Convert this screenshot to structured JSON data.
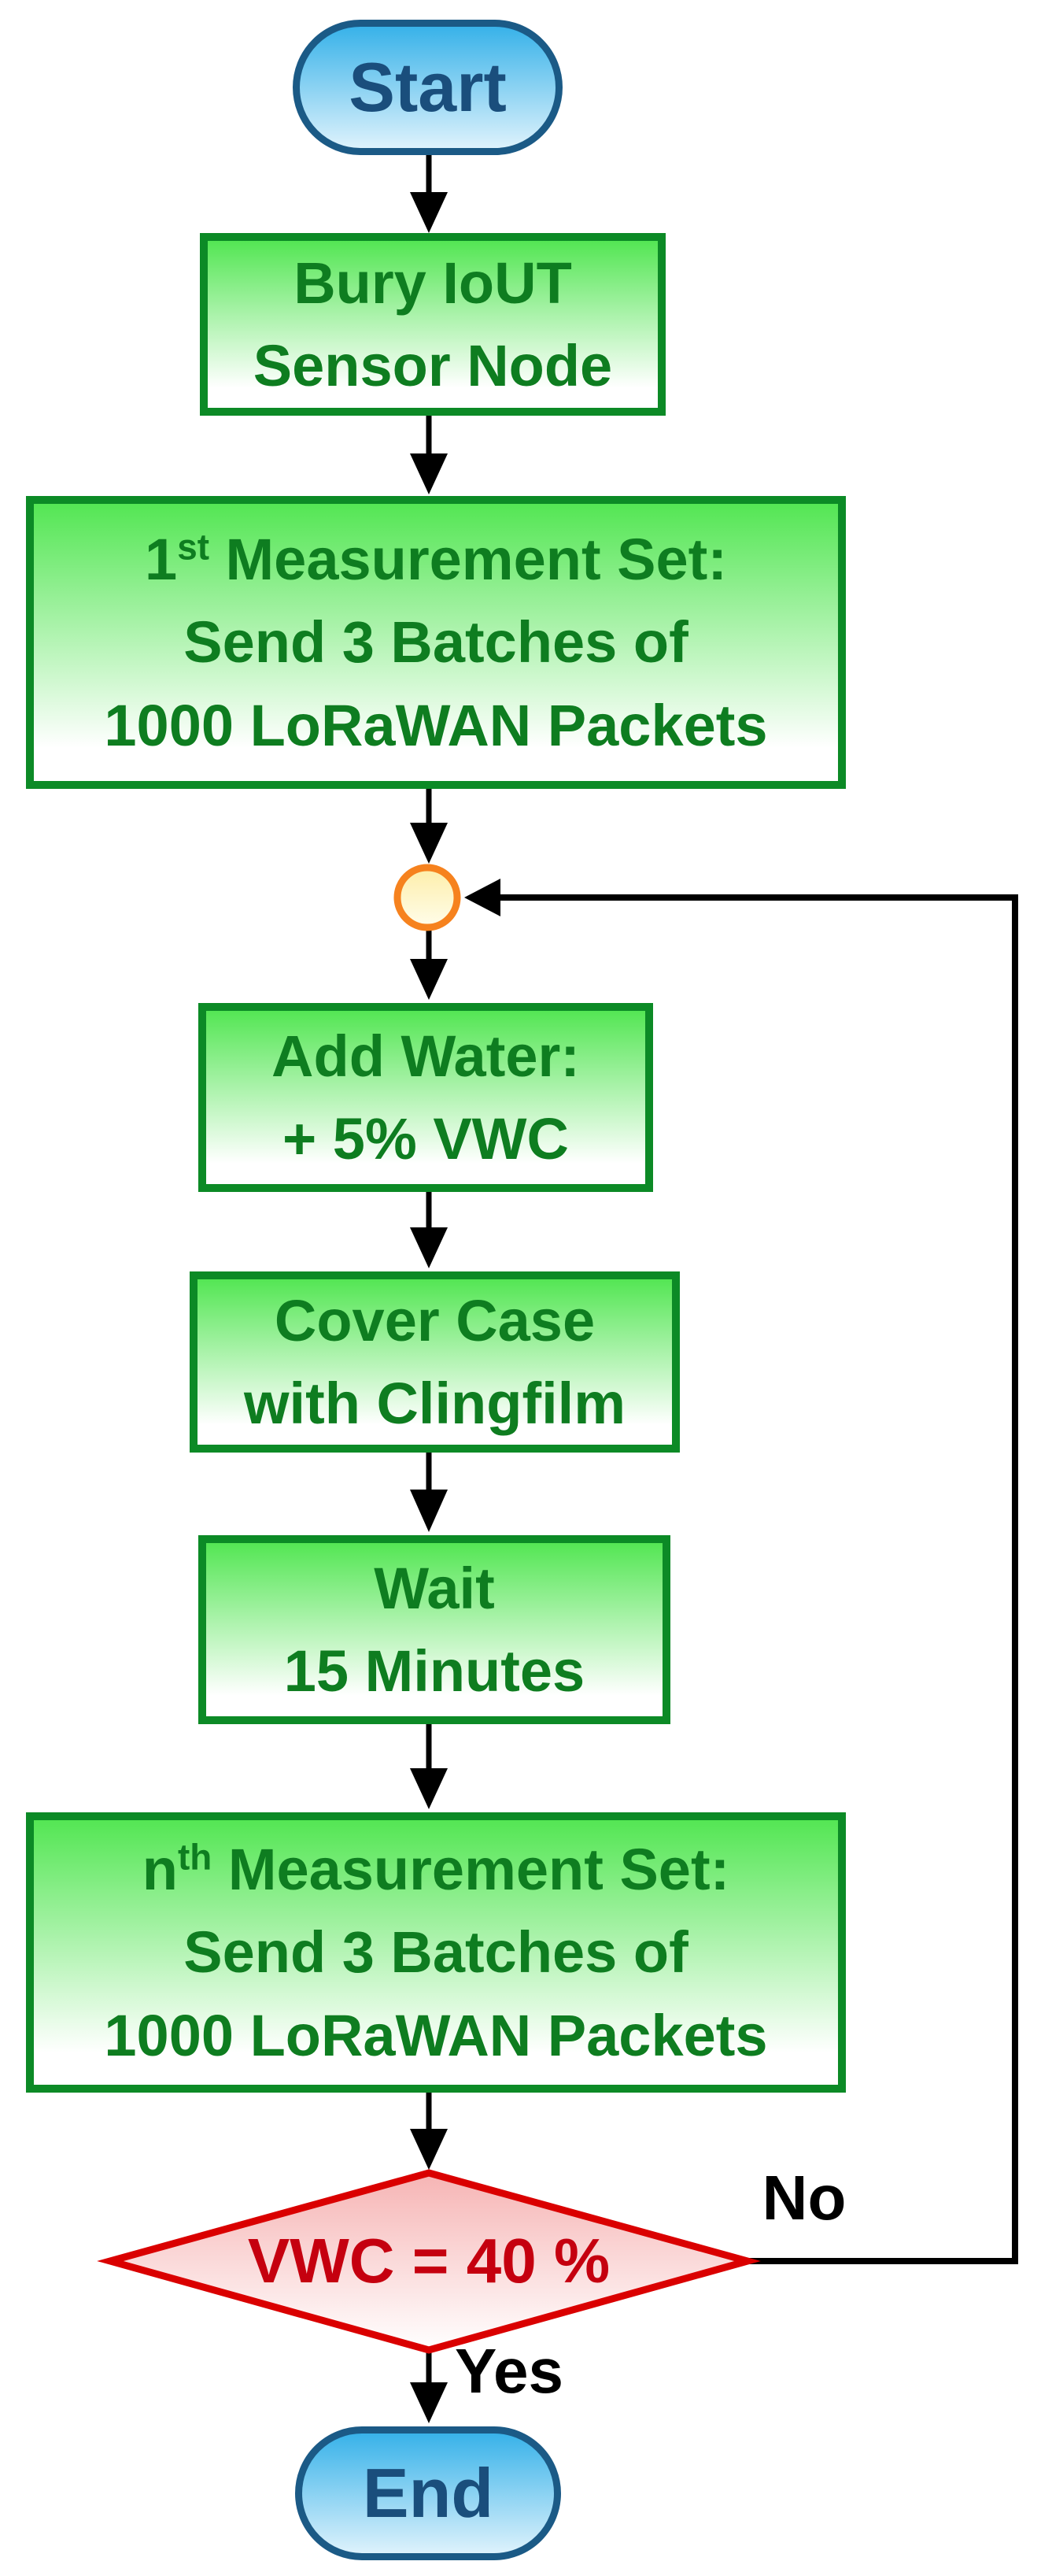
{
  "colors": {
    "canvas_bg": "#ffffff",
    "terminator_border": "#1b5a86",
    "terminator_fill_top": "#38b2e9",
    "terminator_fill_bottom": "#ddf2fc",
    "terminator_text": "#1a4e7c",
    "process_border": "#0c8a26",
    "process_fill_top": "#54e654",
    "process_fill_bottom": "#ffffff",
    "process_text": "#0e7d20",
    "decision_border": "#da0000",
    "decision_fill_top": "#f6b4b4",
    "decision_fill_bottom": "#ffffff",
    "decision_text": "#c5000f",
    "connector_border": "#f6821e",
    "connector_fill_top": "#fdeea9",
    "connector_fill_bottom": "#fffdeb",
    "edge_color": "#000000",
    "edge_label_text": "#000000"
  },
  "nodes": {
    "start": {
      "label": "Start"
    },
    "bury": {
      "line1": "Bury IoUT",
      "line2": "Sensor Node"
    },
    "first_set": {
      "ordinal_base": "1",
      "ordinal_sup": "st",
      "line1_rest": " Measurement Set:",
      "line2": "Send 3 Batches of",
      "line3": "1000 LoRaWAN Packets"
    },
    "add_water": {
      "line1": "Add Water:",
      "line2": "+ 5% VWC"
    },
    "cover_case": {
      "line1": "Cover Case",
      "line2": "with Clingfilm"
    },
    "wait": {
      "line1": "Wait",
      "line2": "15 Minutes"
    },
    "nth_set": {
      "ordinal_base": "n",
      "ordinal_sup": "th",
      "line1_rest": " Measurement Set:",
      "line2": "Send 3 Batches of",
      "line3": "1000 LoRaWAN Packets"
    },
    "decision": {
      "label": "VWC = 40 %"
    },
    "end": {
      "label": "End"
    }
  },
  "edges": {
    "no_label": "No",
    "yes_label": "Yes"
  }
}
